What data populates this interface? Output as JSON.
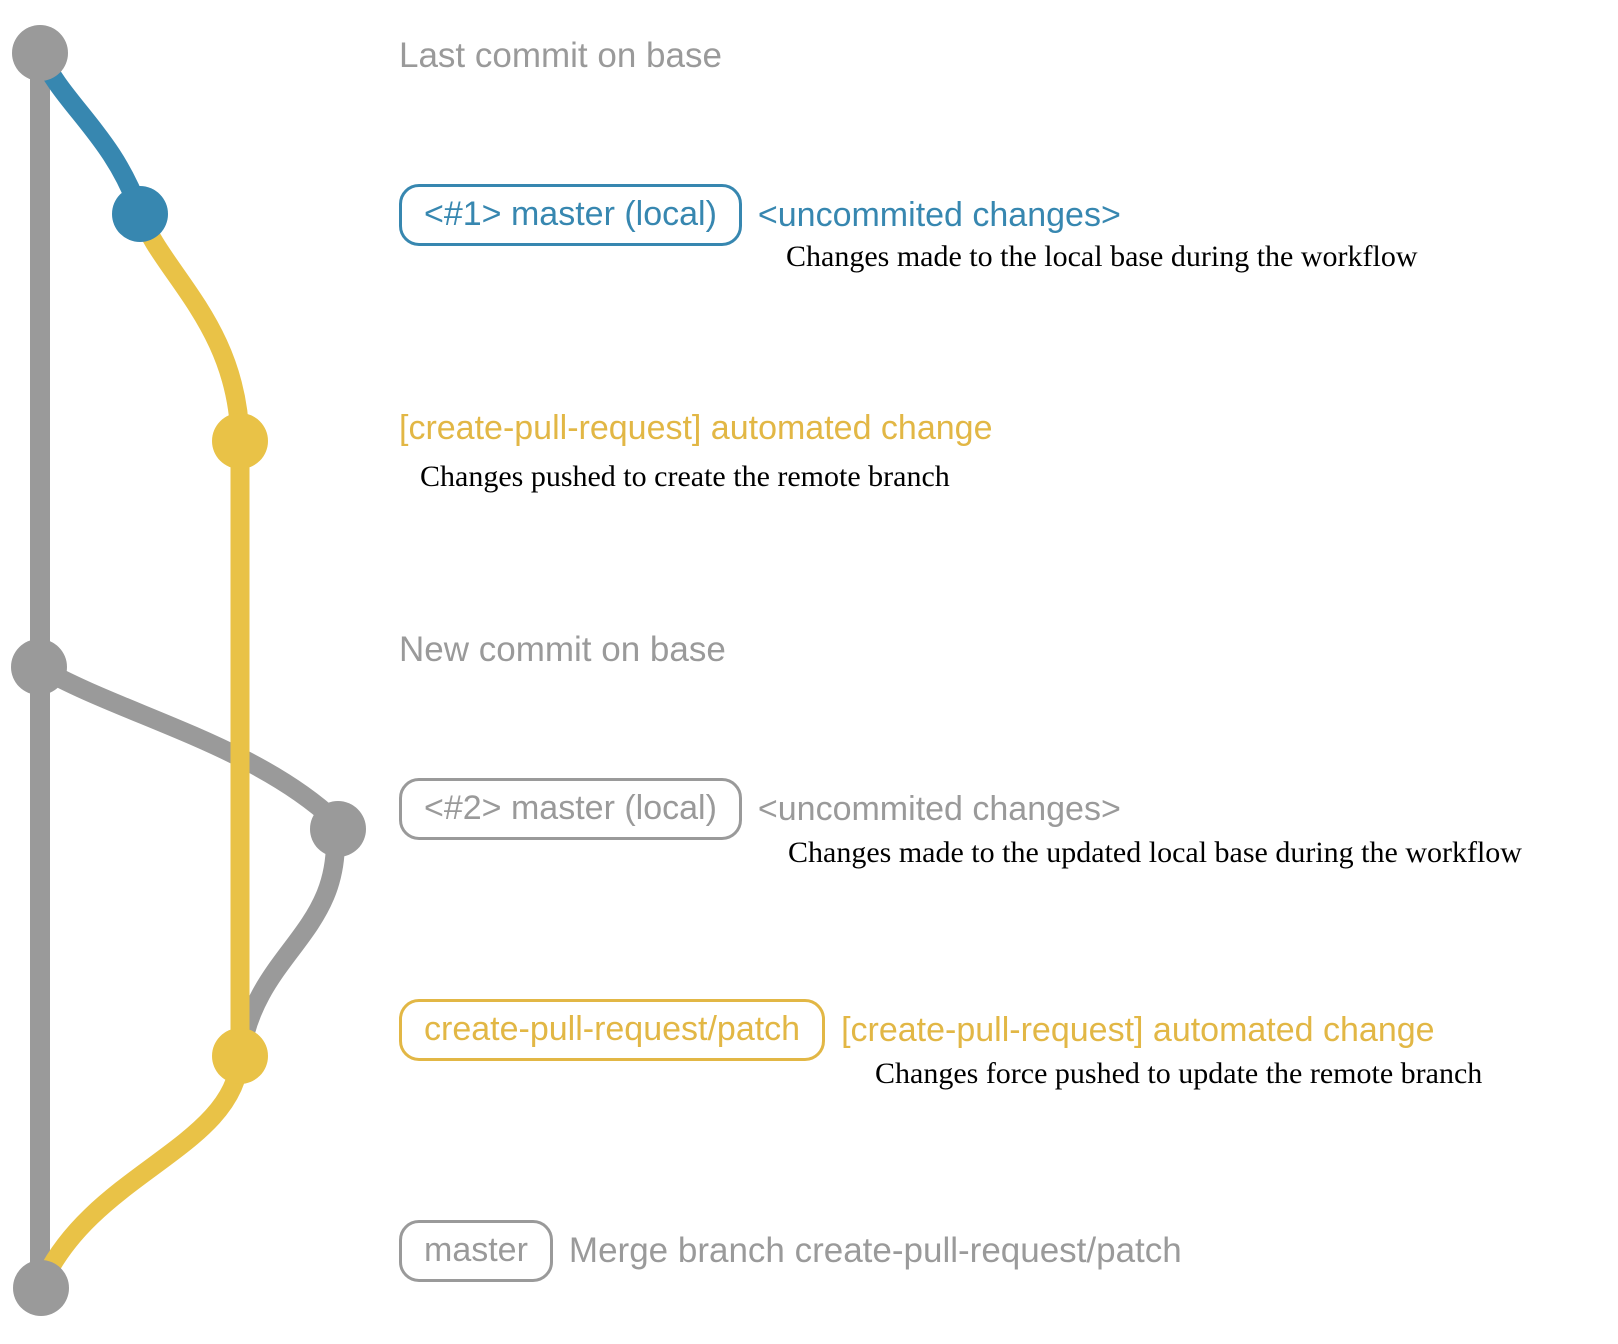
{
  "colors": {
    "gray": "#9a9a9a",
    "blue": "#3787b0",
    "yellow": "#e9c247",
    "yellow_text": "#e2b745",
    "desc_text": "#000000"
  },
  "captions": {
    "last_commit_on_base": "Last commit on base",
    "new_commit_on_base": "New commit on base"
  },
  "row_local1": {
    "badge": "<#1> master (local)",
    "note": "<uncommited changes>",
    "desc": "Changes made to the local base during the workflow"
  },
  "row_patch1": {
    "note": "[create-pull-request] automated change",
    "desc": "Changes pushed to create the remote branch"
  },
  "row_local2": {
    "badge": "<#2> master (local)",
    "note": "<uncommited changes>",
    "desc": "Changes made to the updated local base during the workflow"
  },
  "row_patch2": {
    "badge": "create-pull-request/patch",
    "note": "[create-pull-request] automated change",
    "desc": "Changes force pushed to update the remote branch"
  },
  "row_merge": {
    "badge": "master",
    "caption": "Merge branch create-pull-request/patch"
  }
}
